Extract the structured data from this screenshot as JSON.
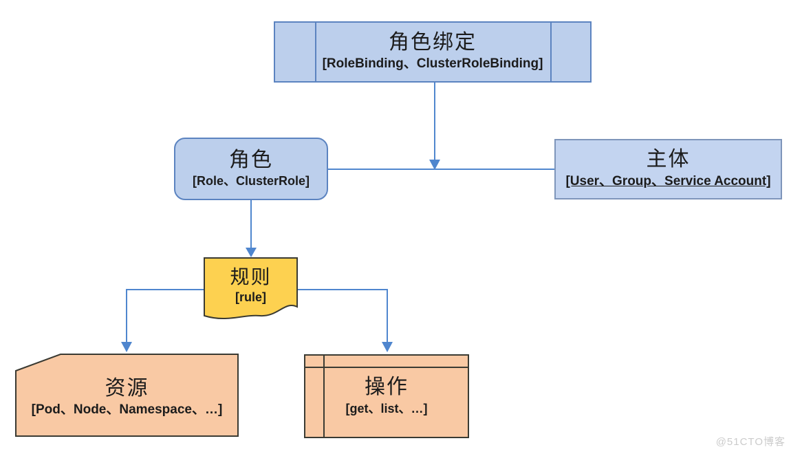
{
  "diagram": {
    "description": "Kubernetes RBAC concept diagram",
    "nodes": {
      "role_binding": {
        "title": "角色绑定",
        "subtitle": "[RoleBinding、ClusterRoleBinding]",
        "shape": "predefined-process",
        "fill": "#bccfec",
        "border": "#5b83c0"
      },
      "role": {
        "title": "角色",
        "subtitle": "[Role、ClusterRole]",
        "shape": "rounded-rectangle",
        "fill": "#bccfec",
        "border": "#5b83c0"
      },
      "subject": {
        "title": "主体",
        "subtitle": "[User、Group、Service Account]",
        "shape": "rectangle",
        "fill": "#c3d4f0",
        "border": "#7e95ba"
      },
      "rule": {
        "title": "规则",
        "subtitle": "[rule]",
        "shape": "document",
        "fill": "#fdd150",
        "border": "#3a3a32"
      },
      "resource": {
        "title": "资源",
        "subtitle": "[Pod、Node、Namespace、…]",
        "shape": "card-clipped-corner",
        "fill": "#f9c9a4",
        "border": "#3a3a32"
      },
      "action": {
        "title": "操作",
        "subtitle": "[get、list、…]",
        "shape": "internal-storage",
        "fill": "#f9c9a4",
        "border": "#3a3a32"
      }
    },
    "edges": [
      {
        "from": "role_binding",
        "to": "role-subject-line",
        "type": "arrow-down"
      },
      {
        "from": "role",
        "to": "subject",
        "type": "plain-line"
      },
      {
        "from": "role",
        "to": "rule",
        "type": "arrow-down"
      },
      {
        "from": "rule",
        "to": "resource",
        "type": "elbow-arrow"
      },
      {
        "from": "rule",
        "to": "action",
        "type": "elbow-arrow"
      }
    ],
    "connector_color": "#4f86ce",
    "watermark": "@51CTO博客"
  }
}
